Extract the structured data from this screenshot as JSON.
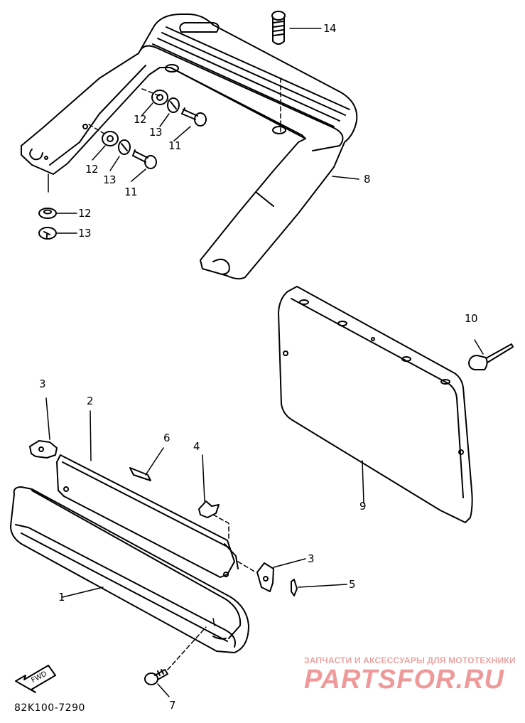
{
  "diagram": {
    "part_labels": [
      {
        "id": "14a",
        "text": "14"
      },
      {
        "id": "12a",
        "text": "12"
      },
      {
        "id": "13a",
        "text": "13"
      },
      {
        "id": "11a",
        "text": "11"
      },
      {
        "id": "12b",
        "text": "12"
      },
      {
        "id": "13b",
        "text": "13"
      },
      {
        "id": "11b",
        "text": "11"
      },
      {
        "id": "8",
        "text": "8"
      },
      {
        "id": "12c",
        "text": "12"
      },
      {
        "id": "13c",
        "text": "13"
      },
      {
        "id": "10",
        "text": "10"
      },
      {
        "id": "3a",
        "text": "3"
      },
      {
        "id": "2",
        "text": "2"
      },
      {
        "id": "6",
        "text": "6"
      },
      {
        "id": "4",
        "text": "4"
      },
      {
        "id": "9",
        "text": "9"
      },
      {
        "id": "3b",
        "text": "3"
      },
      {
        "id": "5",
        "text": "5"
      },
      {
        "id": "1",
        "text": "1"
      },
      {
        "id": "7",
        "text": "7"
      }
    ],
    "fwd_label": "FWD",
    "drawing_code": "82K100-7290"
  },
  "watermark": {
    "tagline": "ЗАПЧАСТИ И АКСЕССУАРЫ ДЛЯ МОТОТЕХНИКИ",
    "logo": "PARTSFOR.RU",
    "color": "#ef9a9a"
  }
}
